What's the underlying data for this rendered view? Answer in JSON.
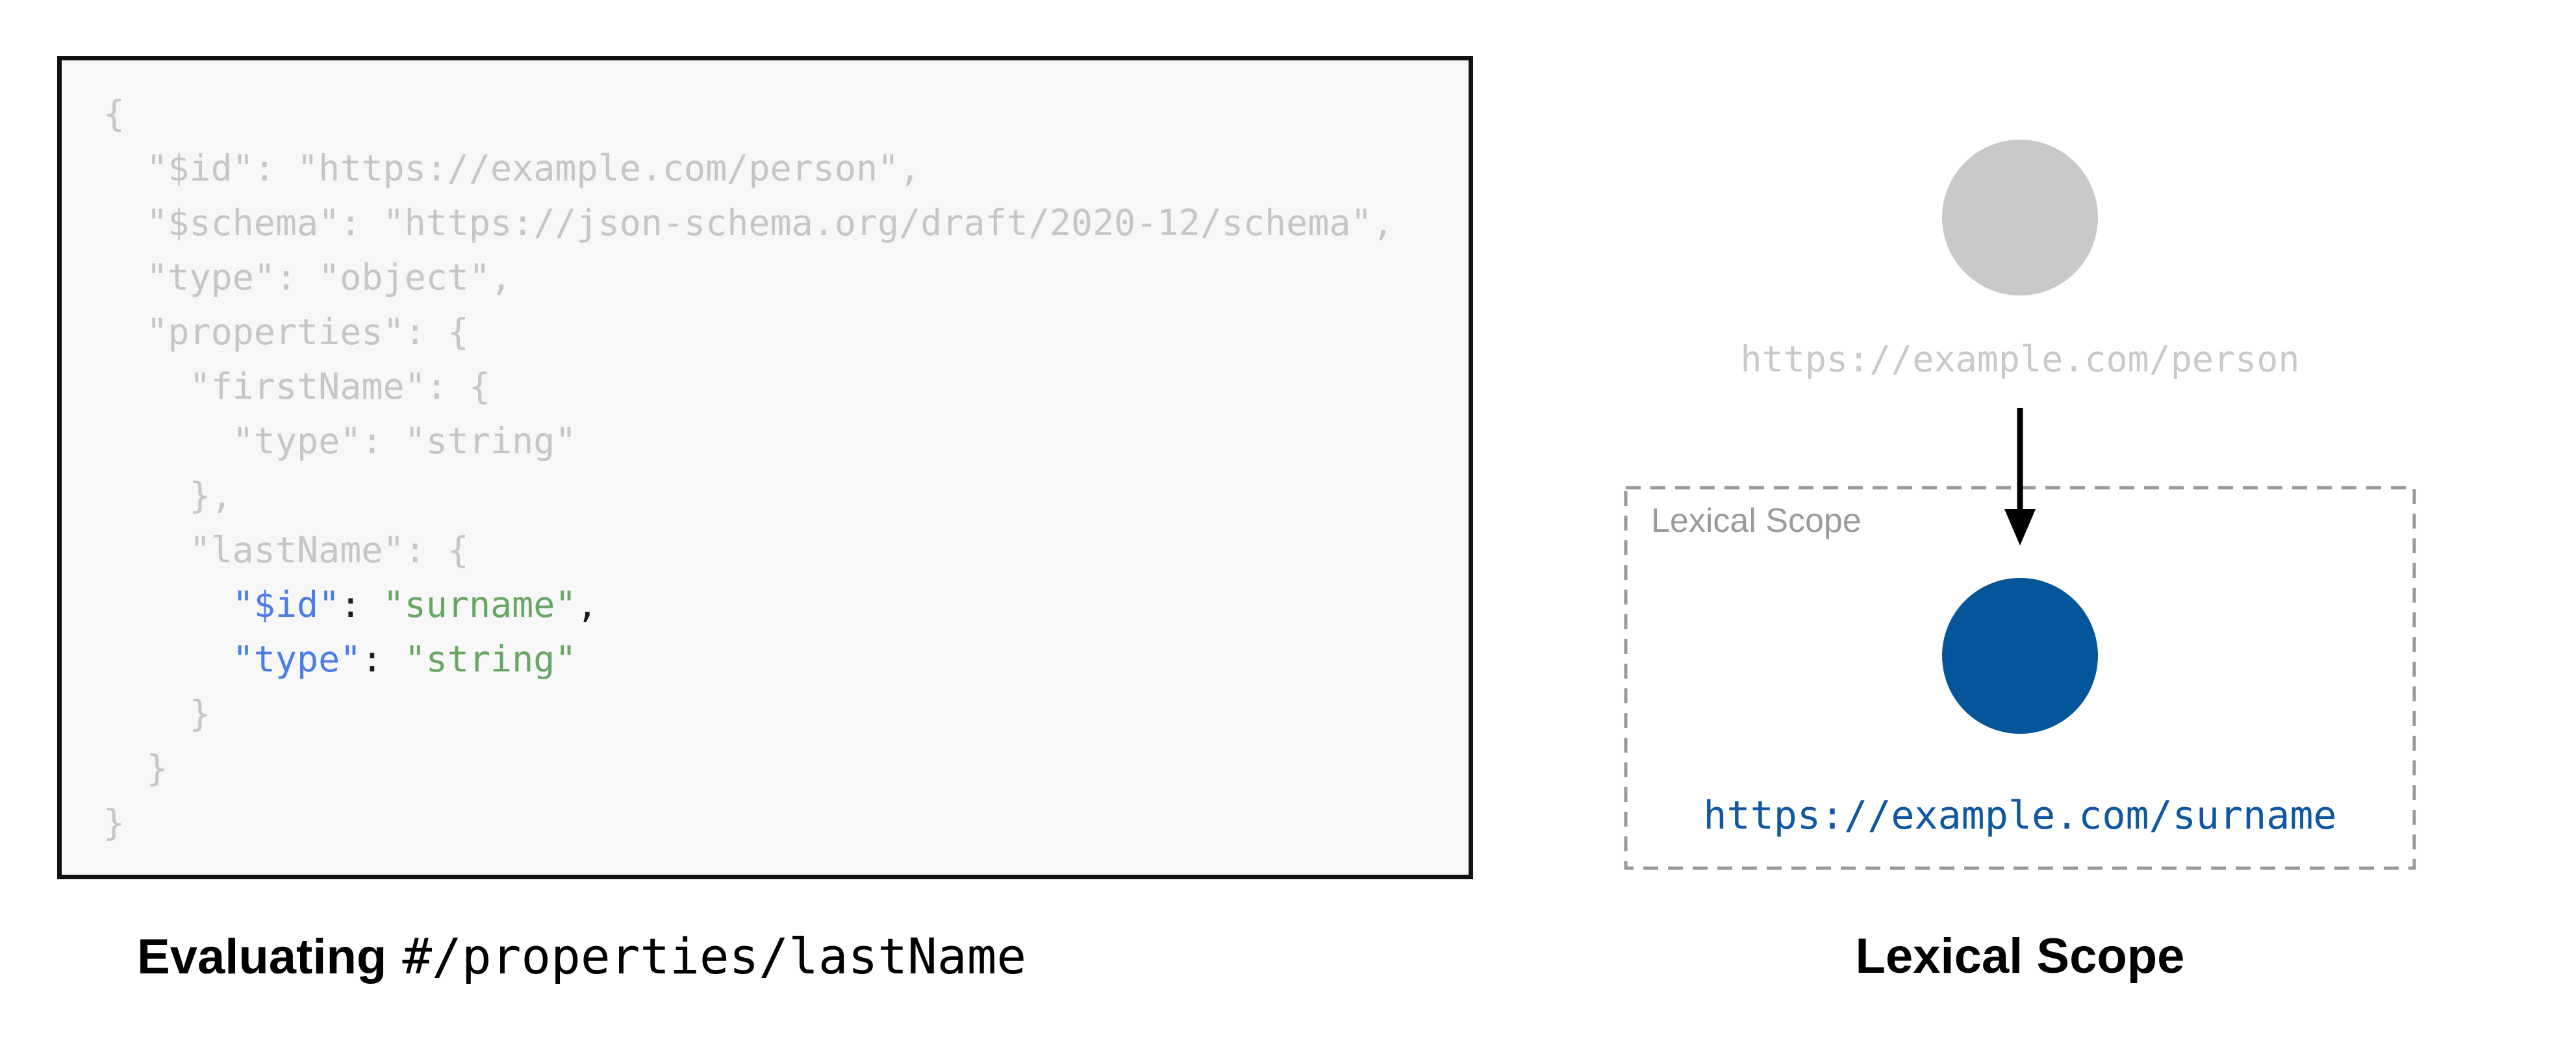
{
  "colors": {
    "box-bg": "#f7f7f7",
    "box-border": "#111111",
    "code-muted": "#c6c6c6",
    "code-key": "#4a7de5",
    "code-string": "#67a763",
    "code-punct": "#1b1b1b",
    "gray-node": "#c9c9c9",
    "gray-label": "#c9c9c9",
    "scope-border": "#999999",
    "scope-label": "#9a9a9a",
    "blue-node": "#05559a",
    "blue-label": "#0f57a0",
    "arrow": "#000000",
    "caption": "#000000"
  },
  "code_panel": {
    "lines": [
      [
        {
          "t": "{",
          "c": "muted"
        }
      ],
      [
        {
          "t": "  \"$id\": \"https://example.com/person\",",
          "c": "muted"
        }
      ],
      [
        {
          "t": "  \"$schema\": \"https://json-schema.org/draft/2020-12/schema\",",
          "c": "muted"
        }
      ],
      [
        {
          "t": "  \"type\": \"object\",",
          "c": "muted"
        }
      ],
      [
        {
          "t": "  \"properties\": {",
          "c": "muted"
        }
      ],
      [
        {
          "t": "    \"firstName\": {",
          "c": "muted"
        }
      ],
      [
        {
          "t": "      \"type\": \"string\"",
          "c": "muted"
        }
      ],
      [
        {
          "t": "    },",
          "c": "muted"
        }
      ],
      [
        {
          "t": "    \"lastName\": {",
          "c": "muted"
        }
      ],
      [
        {
          "t": "      ",
          "c": "muted"
        },
        {
          "t": "\"$id\"",
          "c": "key"
        },
        {
          "t": ": ",
          "c": "punct"
        },
        {
          "t": "\"surname\"",
          "c": "string"
        },
        {
          "t": ",",
          "c": "punct"
        }
      ],
      [
        {
          "t": "      ",
          "c": "muted"
        },
        {
          "t": "\"type\"",
          "c": "key"
        },
        {
          "t": ": ",
          "c": "punct"
        },
        {
          "t": "\"string\"",
          "c": "string"
        }
      ],
      [
        {
          "t": "    }",
          "c": "muted"
        }
      ],
      [
        {
          "t": "  }",
          "c": "muted"
        }
      ],
      [
        {
          "t": "}",
          "c": "muted"
        }
      ]
    ]
  },
  "left_caption": {
    "bold": "Evaluating",
    "path": "#/properties/lastName"
  },
  "diagram": {
    "parent_uri": "https://example.com/person",
    "scope_title": "Lexical Scope",
    "child_uri": "https://example.com/surname"
  },
  "right_caption": {
    "text": "Lexical Scope"
  }
}
